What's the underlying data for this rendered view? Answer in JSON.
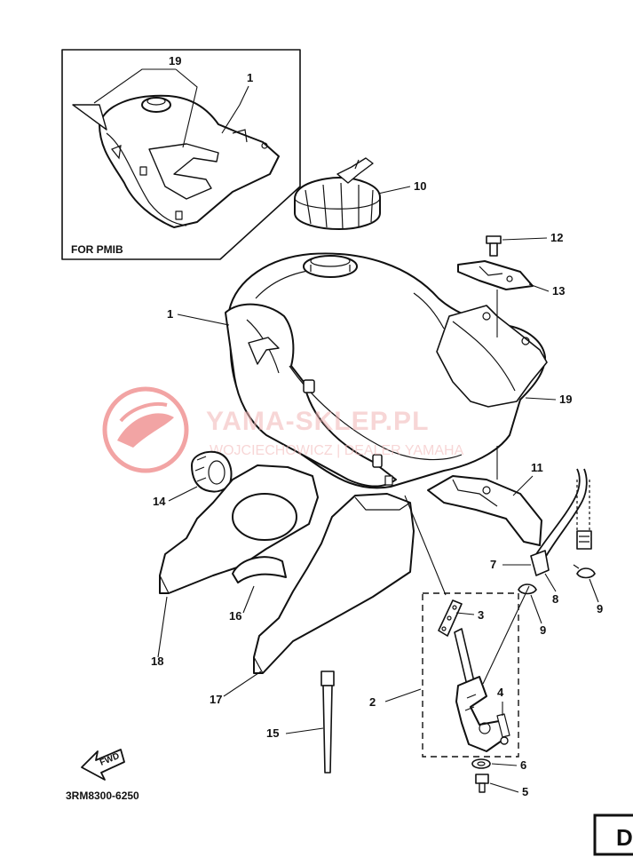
{
  "diagram": {
    "inset_caption": "FOR PMIB",
    "part_code": "3RM8300-6250",
    "fwd_label": "FWD",
    "corner_label": "D",
    "watermark": {
      "title": "YAMA-SKLEP.PL",
      "subtitle": "WOJCIECHOWICZ | DEALER YAMAHA",
      "color": "#e85a5a"
    },
    "callouts": {
      "c1_inset": "1",
      "c19_inset": "19",
      "c10": "10",
      "c12": "12",
      "c13": "13",
      "c1_main": "1",
      "c19_main": "19",
      "c11": "11",
      "c14": "14",
      "c7": "7",
      "c8": "8",
      "c9_right": "9",
      "c9_mid": "9",
      "c3": "3",
      "c16": "16",
      "c18": "18",
      "c2": "2",
      "c4": "4",
      "c17": "17",
      "c15": "15",
      "c6": "6",
      "c5": "5"
    }
  }
}
